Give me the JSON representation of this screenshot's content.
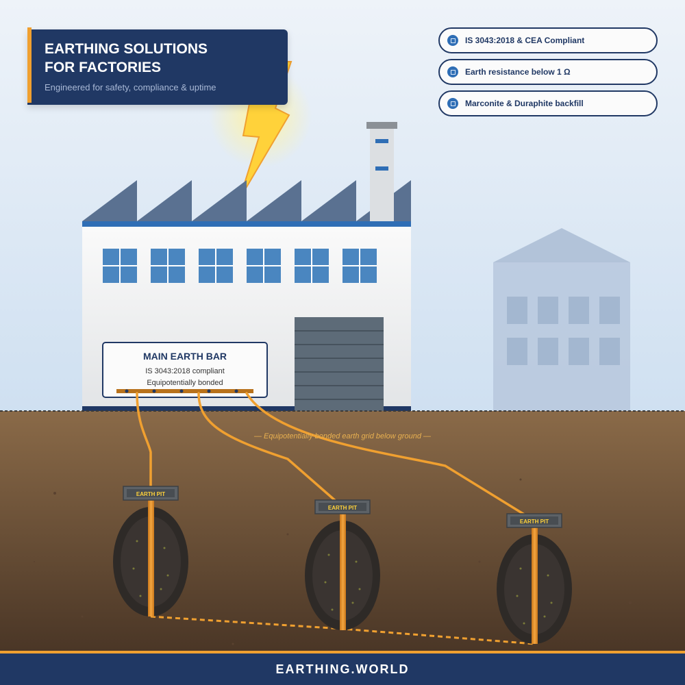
{
  "header": {
    "title_line1": "EARTHING SOLUTIONS",
    "title_line2": "FOR FACTORIES",
    "subtitle": "Engineered for safety, compliance & uptime"
  },
  "badges": [
    {
      "label": "IS 3043:2018 & CEA Compliant",
      "icon": "check-icon"
    },
    {
      "label": "Earth resistance below 1 Ω",
      "icon": "check-icon"
    },
    {
      "label": "Marconite & Duraphite backfill",
      "icon": "check-icon"
    }
  ],
  "earth_bar": {
    "title": "MAIN EARTH BAR",
    "line1": "IS 3043:2018 compliant",
    "line2": "Equipotentially bonded"
  },
  "ground_caption": "— Equipotentially bonded earth grid below ground —",
  "pits": [
    {
      "label": "EARTH PIT"
    },
    {
      "label": "EARTH PIT"
    },
    {
      "label": "EARTH PIT"
    }
  ],
  "footer": {
    "brand": "EARTHING.WORLD"
  },
  "colors": {
    "navy": "#203864",
    "accent_orange": "#f0a030",
    "blue": "#2f6eb5",
    "soil": "#7a5a3a",
    "bolt_yellow": "#ffd23a"
  }
}
